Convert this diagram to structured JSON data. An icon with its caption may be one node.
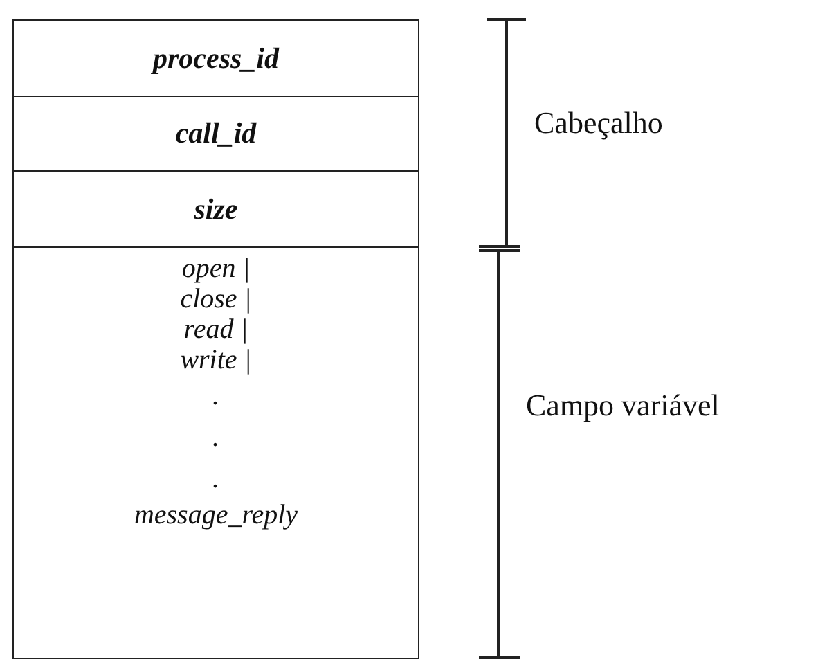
{
  "diagram": {
    "nodes": [
      {
        "text": [
          "process_id"
        ]
      },
      {
        "text": [
          "call_id"
        ]
      },
      {
        "text": [
          "size"
        ]
      },
      {
        "text": [
          "open |",
          "close |",
          "read |",
          "write |",
          ".",
          ".",
          ".",
          "message_reply"
        ]
      }
    ],
    "labels": [
      "Cabeçalho",
      "Campo variável"
    ]
  }
}
